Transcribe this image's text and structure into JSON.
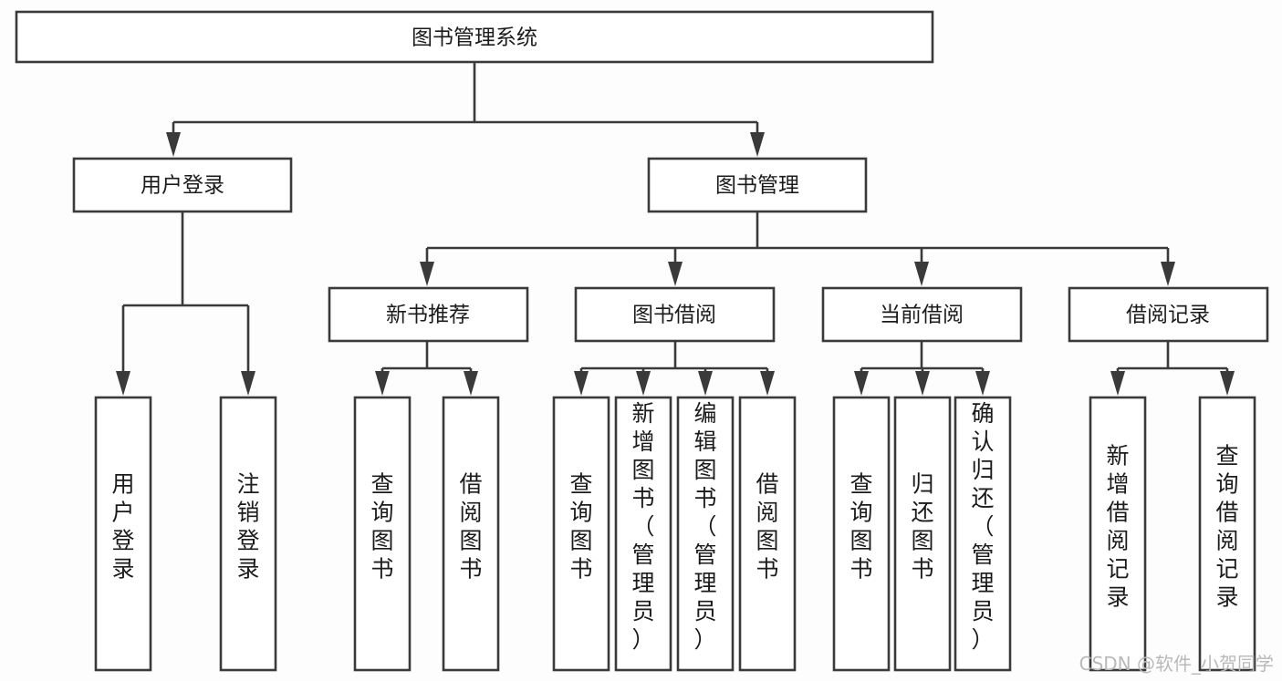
{
  "diagram": {
    "type": "tree-hierarchy",
    "title": "图书管理系统",
    "colors": {
      "background": "#fdfdfd",
      "box_fill": "#ffffff",
      "line": "#3a3a3a",
      "text": "#1b1b1b",
      "watermark": "#b9b9b9"
    },
    "root": {
      "label": "图书管理系统"
    },
    "level2": [
      {
        "label": "用户登录"
      },
      {
        "label": "图书管理"
      }
    ],
    "level3": [
      {
        "label": "新书推荐"
      },
      {
        "label": "图书借阅"
      },
      {
        "label": "当前借阅"
      },
      {
        "label": "借阅记录"
      }
    ],
    "leaves_user_login": [
      {
        "label": "用户登录"
      },
      {
        "label": "注销登录"
      }
    ],
    "leaves_new_book": [
      {
        "label": "查询图书"
      },
      {
        "label": "借阅图书"
      }
    ],
    "leaves_borrow": [
      {
        "label": "查询图书"
      },
      {
        "label": "新增图书（管理员）"
      },
      {
        "label": "编辑图书（管理员）"
      },
      {
        "label": "借阅图书"
      }
    ],
    "leaves_current": [
      {
        "label": "查询图书"
      },
      {
        "label": "归还图书"
      },
      {
        "label": "确认归还（管理员）"
      }
    ],
    "leaves_record": [
      {
        "label": "新增借阅记录"
      },
      {
        "label": "查询借阅记录"
      }
    ]
  },
  "watermark": {
    "text": "CSDN @软件_小贺同学"
  }
}
